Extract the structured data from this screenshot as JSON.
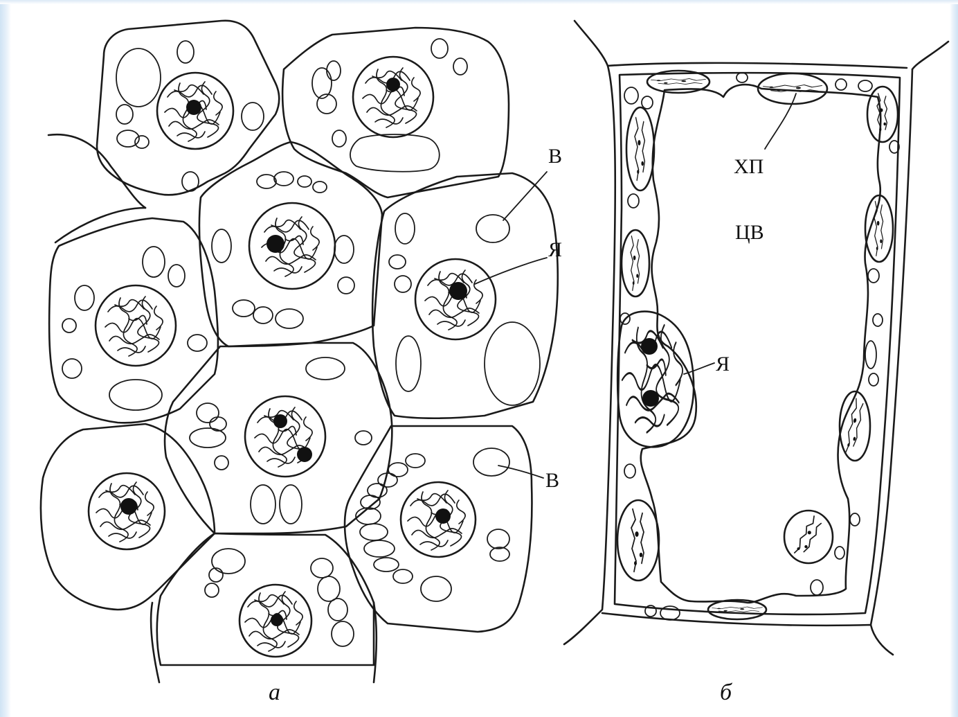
{
  "panels": {
    "a": {
      "caption": "а",
      "labels": {
        "vacuole_top": "В",
        "nucleus": "Я",
        "vacuole_bottom": "В"
      }
    },
    "b": {
      "caption": "б",
      "labels": {
        "chloroplast": "ХП",
        "central_vacuole": "ЦВ",
        "nucleus": "Я"
      }
    }
  },
  "colors": {
    "ink": "#1a1a1a",
    "background": "#ffffff",
    "border_tint": "#cfe3f4"
  }
}
